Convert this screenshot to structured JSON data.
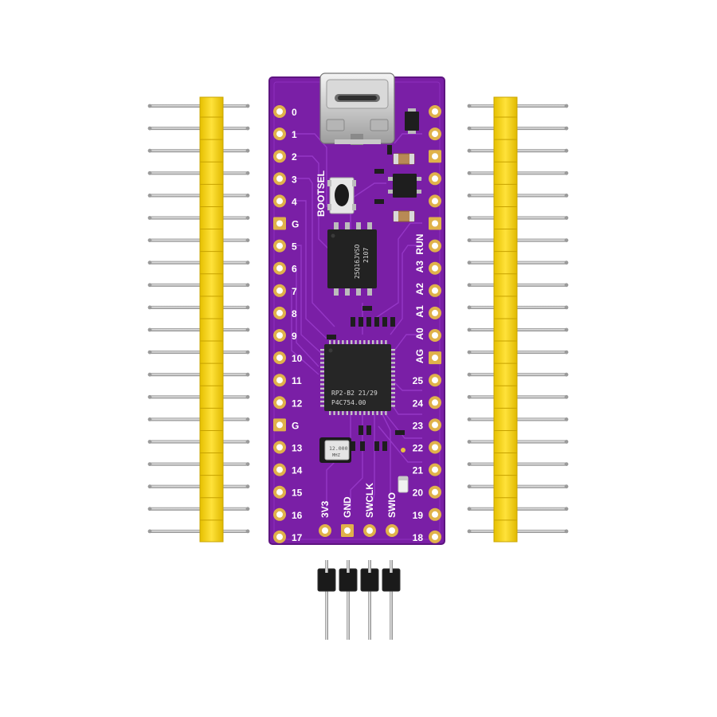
{
  "board": {
    "left_pins": [
      "0",
      "1",
      "2",
      "3",
      "4",
      "G",
      "5",
      "6",
      "7",
      "8",
      "9",
      "10",
      "11",
      "12",
      "G",
      "13",
      "14",
      "15",
      "16",
      "17"
    ],
    "right_pins": [
      "RUN",
      "A3",
      "A2",
      "A1",
      "A0",
      "AG",
      "25",
      "24",
      "23",
      "22",
      "21",
      "20",
      "19",
      "18"
    ],
    "bottom_pins": [
      "3V3",
      "GND",
      "SWCLK",
      "SWIO"
    ],
    "bootsel_label": "BOOTSEL",
    "mcu_line1": "RP2-B2    21/29",
    "mcu_line2": "P4C754.00",
    "flash_line1": "25Q16JVSO",
    "flash_line2": "2107",
    "crystal_line1": "12.000",
    "crystal_line2": "MHZ"
  },
  "colors": {
    "pcb": "#7a1fa6",
    "pcb_edge": "#5e1480",
    "pad_gold": "#e0b24a",
    "header_yellow": "#f2d21b",
    "pin_silver": "#b9b9b9"
  },
  "headers": {
    "left_pin_count": 20,
    "right_pin_count": 20,
    "small_pin_count": 4
  }
}
